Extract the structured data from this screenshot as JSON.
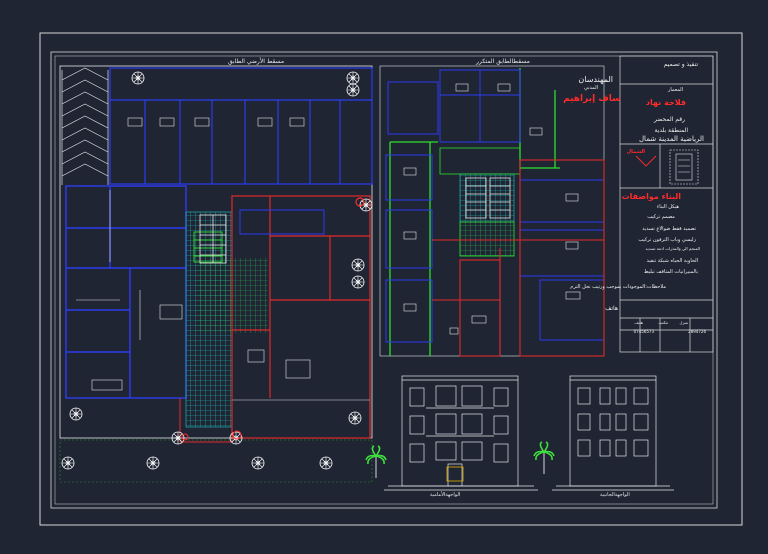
{
  "labels": {
    "ground_floor_plan": "مسقط الأرضي الطابق",
    "typical_floor_plan": "مسقطالطابق المتكرر",
    "facade_front": "الواجهةالأمامية",
    "facade_side": "الواجهةالجانبية"
  },
  "title_block": {
    "design_exec": "تنفيذ و تصميم",
    "engineer": "المهندسان",
    "engineer_sub": "المدني",
    "engineer_name": "ساف إبراهيم",
    "architect": "المعمار",
    "architect_name": "فلاحة نهاد",
    "record_no": "رقم المحضر",
    "region": "المنطقة بلدية",
    "city": "الرياضية المدينة شمال",
    "north": "الشمال",
    "building_specs": "البناء مواصفات",
    "spec_1": "هيكل البناء",
    "spec_2": "مصمم تركيب",
    "spec_3": "تصميد فقط ضوالاع تسديد",
    "spec_4": "زليسي وباب الترفون تركيب",
    "spec_5": "المنجم الي والمذرات ادمة تسديد",
    "spec_6": "الحاوية الحياه شبكة تنفيذ",
    "spec_7": "بالمبيرانيات المثاقف تبليط",
    "notes_line": "ملاحظات:الموجودات بموجب ورتيب نحل الترم",
    "phone": "هاتف",
    "tel_label": "هاتف",
    "tel_value": "07456573",
    "sig_1": "منزل",
    "sig_2": "مكتب",
    "sig_3": "2894726"
  },
  "colors": {
    "background": "#1f2533",
    "frame": "#d8d8d8",
    "wall_blue": "#2c3cf0",
    "wall_white": "#e6e6e6",
    "wall_red": "#e02a2a",
    "wall_green": "#2ee02e",
    "tile_cyan": "#1ec7c7",
    "accent_red": "#ff2b2b"
  }
}
